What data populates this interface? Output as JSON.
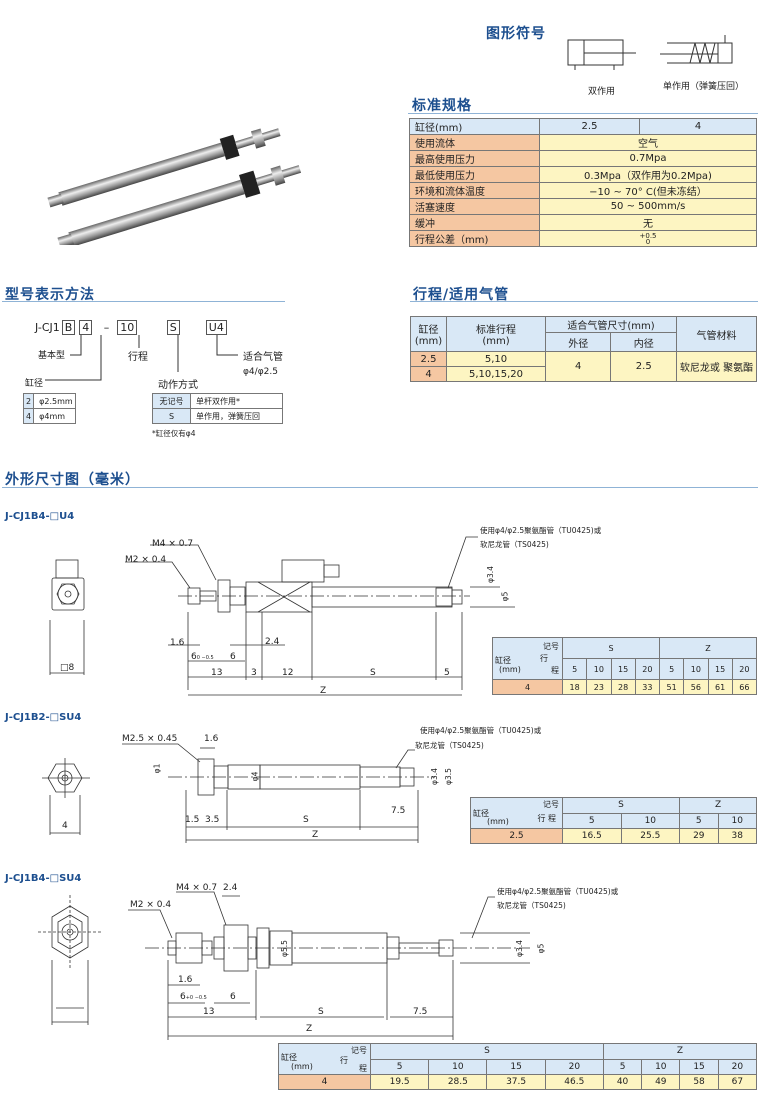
{
  "symbols": {
    "title": "图形符号",
    "double": "双作用",
    "single": "单作用（弹簧压回）"
  },
  "spec": {
    "title": "标准规格",
    "header": [
      "缸径(mm)",
      "2.5",
      "4"
    ],
    "rows": [
      [
        "使用流体",
        "空气"
      ],
      [
        "最高使用压力",
        "0.7Mpa"
      ],
      [
        "最低使用压力",
        "0.3Mpa（双作用为0.2Mpa)"
      ],
      [
        "环境和流体温度",
        "−10 ~ 70° C(但未冻结）"
      ],
      [
        "活塞速度",
        "50 ~ 500mm/s"
      ],
      [
        "缓冲",
        "无"
      ],
      [
        "行程公差（mm)",
        "+0.5 0"
      ]
    ],
    "tol_upper": "+0.5",
    "tol_lower": "0"
  },
  "model": {
    "title": "型号表示方法",
    "prefix": "J-CJ1",
    "codes": [
      "B",
      "4",
      "10",
      "S",
      "U4"
    ],
    "dash": "–",
    "labels": {
      "basic": "基本型",
      "bore": "缸径",
      "stroke": "行程",
      "action": "动作方式",
      "tube": "适合气管",
      "tube_sizes": "φ4/φ2.5"
    },
    "bore_table": [
      [
        "2",
        "φ2.5mm"
      ],
      [
        "4",
        "φ4mm"
      ]
    ],
    "action_table": [
      [
        "无记号",
        "单杆双作用*"
      ],
      [
        "S",
        "单作用，弹簧压回"
      ]
    ],
    "note": "*缸径仅有φ4"
  },
  "stroke": {
    "title": "行程/适用气管",
    "headers": {
      "bore": "缸径",
      "bore_unit": "(mm)",
      "std": "标准行程",
      "std_unit": "(mm)",
      "tube": "适合气管尺寸(mm)",
      "od": "外径",
      "id": "内径",
      "material": "气管材料"
    },
    "rows": [
      [
        "2.5",
        "5,10"
      ],
      [
        "4",
        "5,10,15,20"
      ]
    ],
    "od": "4",
    "id": "2.5",
    "material": "软尼龙或 聚氨酯"
  },
  "dims": {
    "title": "外形尺寸图（毫米）",
    "corner": {
      "code": "记号",
      "bore": "缸径",
      "unit": "(mm)",
      "stroke1": "行",
      "stroke2": "程"
    },
    "d1": {
      "title": "J-CJ1B4-□U4",
      "note1": "使用φ4/φ2.5聚氨酯管（TU0425)或",
      "note2": "软尼龙管（TS0425)",
      "labels": {
        "m4": "M4 × 0.7",
        "m2": "M2 × 0.4",
        "a": "1.6",
        "b": "2.4",
        "c": "6",
        "c_tol": "0 −0.5",
        "d": "6",
        "e": "13",
        "f": "3",
        "g": "12",
        "s": "S",
        "h": "5",
        "z": "Z",
        "sq": "□8",
        "p1": "φ3.4",
        "p2": "φ5"
      },
      "table": {
        "groups": [
          "S",
          "Z"
        ],
        "strokes": [
          "5",
          "10",
          "15",
          "20",
          "5",
          "10",
          "15",
          "20"
        ],
        "bore": "4",
        "values": [
          "18",
          "23",
          "28",
          "33",
          "51",
          "56",
          "61",
          "66"
        ]
      }
    },
    "d2": {
      "title": "J-CJ1B2-□SU4",
      "note1": "使用φ4/φ2.5聚氨酯管（TU0425)或",
      "note2": "软尼龙管（TS0425)",
      "labels": {
        "m": "M2.5 × 0.45",
        "a": "1.6",
        "p1": "φ1",
        "p2": "φ4",
        "p3": "φ3.4",
        "p4": "φ3.5",
        "b": "1.5",
        "c": "3.5",
        "s": "S",
        "d": "7.5",
        "z": "Z",
        "w": "4"
      },
      "table": {
        "groups": [
          "S",
          "Z"
        ],
        "strokes": [
          "5",
          "10",
          "5",
          "10"
        ],
        "bore": "2.5",
        "values": [
          "16.5",
          "25.5",
          "29",
          "38"
        ]
      }
    },
    "d3": {
      "title": "J-CJ1B4-□SU4",
      "note1": "使用φ4/φ2.5聚氨酯管（TU0425)或",
      "note2": "软尼龙管（TS0425)",
      "labels": {
        "m4": "M4 × 0.7",
        "a": "2.4",
        "m2": "M2 × 0.4",
        "p1": "φ5.5",
        "p2": "φ3.4",
        "p3": "φ5",
        "b": "1.6",
        "c": "6",
        "c_tol": "+0 −0.5",
        "d": "6",
        "e": "13",
        "s": "S",
        "f": "7.5",
        "z": "Z"
      },
      "table": {
        "groups": [
          "S",
          "Z"
        ],
        "strokes": [
          "5",
          "10",
          "15",
          "20",
          "5",
          "10",
          "15",
          "20"
        ],
        "bore": "4",
        "values": [
          "19.5",
          "28.5",
          "37.5",
          "46.5",
          "40",
          "49",
          "58",
          "67"
        ]
      }
    }
  },
  "colors": {
    "heading": "#1d4f8f",
    "header_bg": "#d9e8f6",
    "bore_bg": "#f5c7a2",
    "body_bg": "#fdf5c2"
  }
}
